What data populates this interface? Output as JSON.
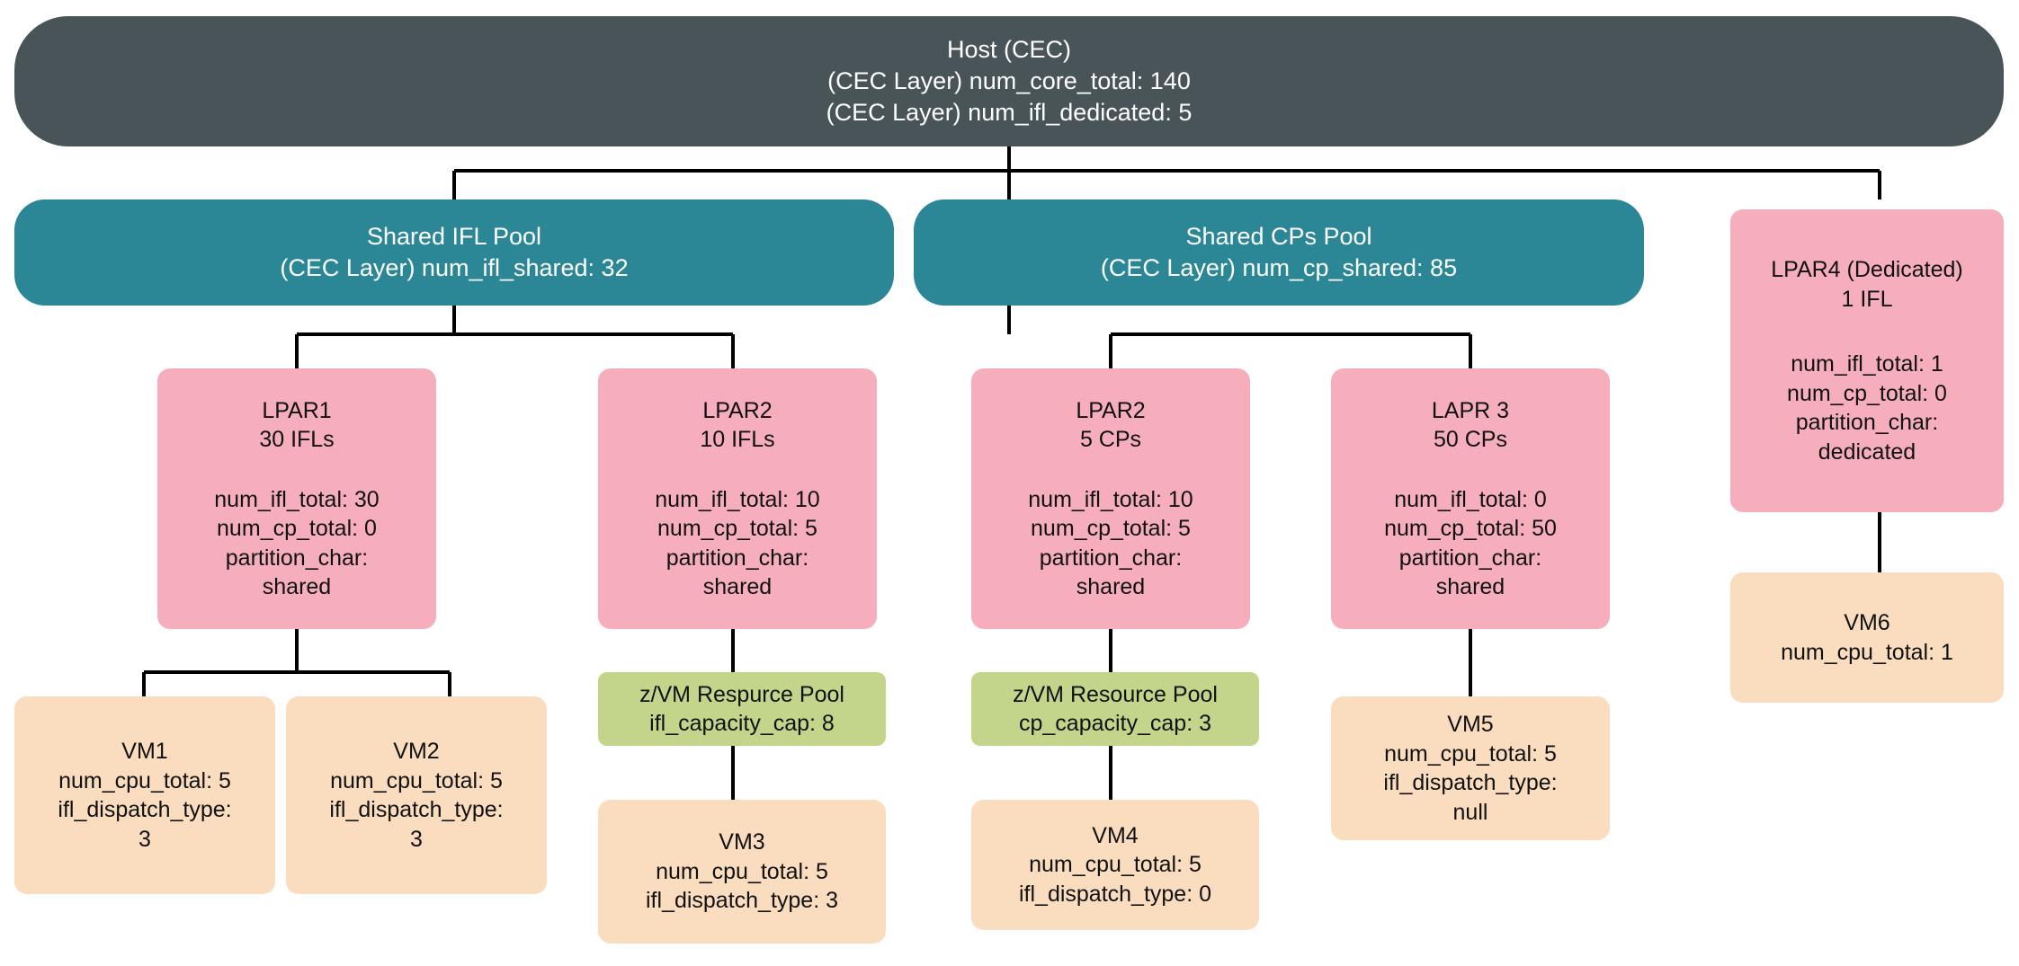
{
  "colors": {
    "host_fill": "#495459",
    "pool_fill": "#2b8795",
    "lpar_fill": "#f6aebd",
    "vm_fill": "#fadcbe",
    "zvm_fill": "#c3d58b",
    "edge": "#000000",
    "background": "#ffffff"
  },
  "host": {
    "title": "Host (CEC)",
    "line1": "(CEC Layer) num_core_total: 140",
    "line2": "(CEC Layer) num_ifl_dedicated: 5"
  },
  "pools": {
    "ifl": {
      "title": "Shared IFL Pool",
      "metric": "(CEC Layer) num_ifl_shared: 32"
    },
    "cps": {
      "title": "Shared CPs Pool",
      "metric": "(CEC Layer) num_cp_shared: 85"
    }
  },
  "lpars": {
    "lpar1": {
      "title": "LPAR1\n30 IFLs",
      "body": "num_ifl_total: 30\nnum_cp_total: 0\npartition_char:\nshared"
    },
    "lpar2_ifl": {
      "title": "LPAR2\n10 IFLs",
      "body": "num_ifl_total: 10\nnum_cp_total: 5\npartition_char:\nshared"
    },
    "lpar2_cp": {
      "title": "LPAR2\n5 CPs",
      "body": "num_ifl_total: 10\nnum_cp_total: 5\npartition_char:\nshared"
    },
    "lapr3": {
      "title": "LAPR 3\n50 CPs",
      "body": "num_ifl_total: 0\nnum_cp_total: 50\npartition_char:\nshared"
    },
    "lpar4": {
      "title": "LPAR4 (Dedicated)\n1 IFL",
      "body": "num_ifl_total: 1\nnum_cp_total: 0\npartition_char:\ndedicated"
    }
  },
  "zvm_pools": {
    "ifl_pool": {
      "title": "z/VM Respurce Pool",
      "metric": "ifl_capacity_cap: 8"
    },
    "cp_pool": {
      "title": "z/VM Resource Pool",
      "metric": "cp_capacity_cap: 3"
    }
  },
  "vms": {
    "vm1": {
      "title": "VM1",
      "body": "num_cpu_total: 5\nifl_dispatch_type:\n3"
    },
    "vm2": {
      "title": "VM2",
      "body": "num_cpu_total: 5\nifl_dispatch_type:\n3"
    },
    "vm3": {
      "title": "VM3",
      "body": "num_cpu_total: 5\nifl_dispatch_type: 3"
    },
    "vm4": {
      "title": "VM4",
      "body": "num_cpu_total: 5\nifl_dispatch_type: 0"
    },
    "vm5": {
      "title": "VM5",
      "body": "num_cpu_total: 5\nifl_dispatch_type:\nnull"
    },
    "vm6": {
      "title": "VM6",
      "body": "num_cpu_total: 1"
    }
  }
}
